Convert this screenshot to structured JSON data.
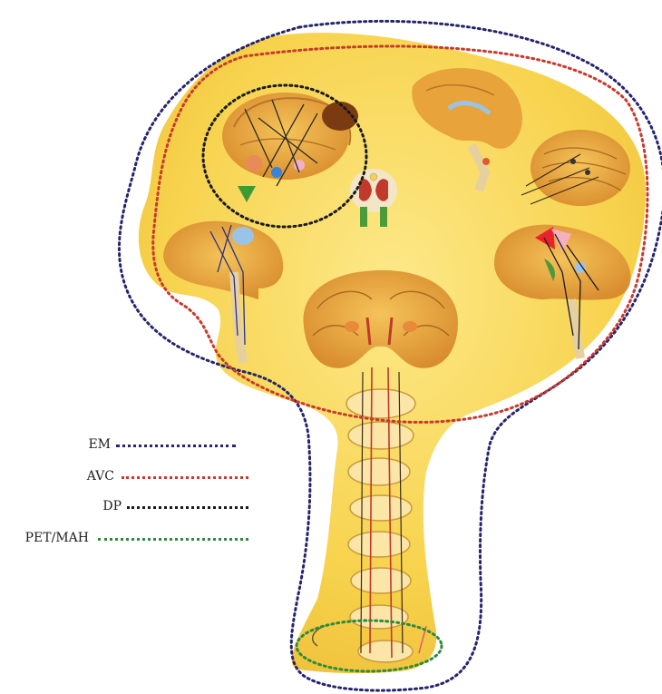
{
  "legend": [
    {
      "label": "EM",
      "color": "#25246e"
    },
    {
      "label": "AVC",
      "color": "#c83a2c"
    },
    {
      "label": "DP",
      "color": "#1a1a1a"
    },
    {
      "label": "PET/MAH",
      "color": "#2e8b3e"
    }
  ],
  "colors": {
    "background": "#ffffff",
    "parchment": "#f6d04a",
    "parchment_light": "#fbe27a",
    "tissue": "#e8a43a",
    "pathway_red": "#c0392b",
    "pathway_dark": "#3b2a1a"
  }
}
